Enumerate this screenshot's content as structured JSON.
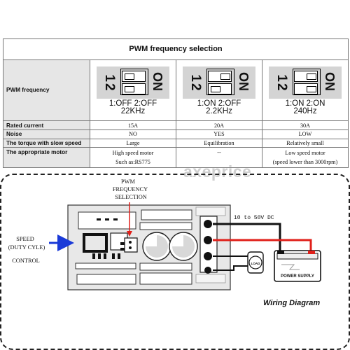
{
  "table": {
    "title": "PWM frequency selection",
    "row_labels": {
      "pwm_frequency": "PWM frequency",
      "rated_current": "Rated current",
      "noise": "Noise",
      "torque": "The torque with slow speed",
      "motor": "The appropriate motor"
    },
    "switch_graphic": {
      "label_12": "12",
      "label_on": "ON"
    },
    "columns": [
      {
        "switch_label": "1:OFF 2:OFF",
        "frequency": "22KHz",
        "switch1_on": false,
        "switch2_on": false,
        "rated_current": "15A",
        "noise": "NO",
        "torque": "Large",
        "motor_line1": "High speed motor",
        "motor_line2": "Such as:RS775"
      },
      {
        "switch_label": "1:ON 2:OFF",
        "frequency": "2.2KHz",
        "switch1_on": true,
        "switch2_on": false,
        "rated_current": "20A",
        "noise": "YES",
        "torque": "Equilibration",
        "motor_line1": "--",
        "motor_line2": ""
      },
      {
        "switch_label": "1:ON 2:ON",
        "frequency": "240Hz",
        "switch1_on": true,
        "switch2_on": true,
        "rated_current": "30A",
        "noise": "LOW",
        "torque": "Relatively small",
        "motor_line1": "Low speed motor",
        "motor_line2": "(speed lower than 3000rpm)"
      }
    ]
  },
  "watermark": "axeprice",
  "wiring": {
    "title": "Wiring Diagram",
    "pwm_label": [
      "PWM",
      "FREQUENCY",
      "SELECTION"
    ],
    "speed_label": [
      "SPEED",
      "(DUTY CYLE)",
      "CONTROL"
    ],
    "dc_label": "10 to 50V DC",
    "load_label": "LOAD",
    "power_label": "POWER SUPPLY",
    "colors": {
      "positive_wire": "#e0201a",
      "negative_wire": "#111111",
      "arrow": "#1a3ad8",
      "pcb": "#e8e8e8"
    }
  }
}
